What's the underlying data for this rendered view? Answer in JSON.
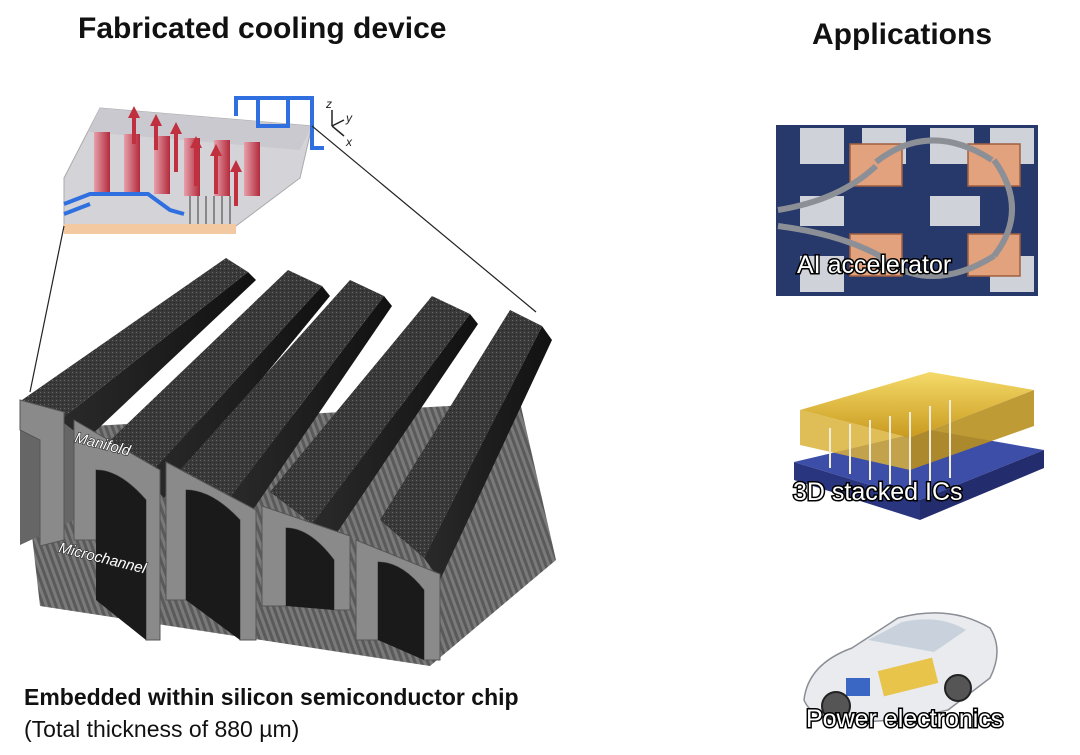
{
  "left_title": "Fabricated cooling device",
  "right_title": "Applications",
  "caption_main": "Embedded within silicon semiconductor chip",
  "caption_sub": "(Total thickness of 880 µm)",
  "device_labels": {
    "manifold": "Manifold",
    "microchannel": "Microchannel"
  },
  "axes": {
    "z": "z",
    "y": "y",
    "x": "x"
  },
  "applications": [
    {
      "label": "AI accelerator",
      "icon": "ai-accelerator-photo"
    },
    {
      "label": "3D stacked ICs",
      "icon": "stacked-ic-render"
    },
    {
      "label": "Power electronics",
      "icon": "electric-car-cutaway"
    }
  ],
  "colors": {
    "flow_blue": "#2f6fe0",
    "hot_red": "#c0303f",
    "copper": "#e0a080",
    "gold": "#e8c44a"
  }
}
